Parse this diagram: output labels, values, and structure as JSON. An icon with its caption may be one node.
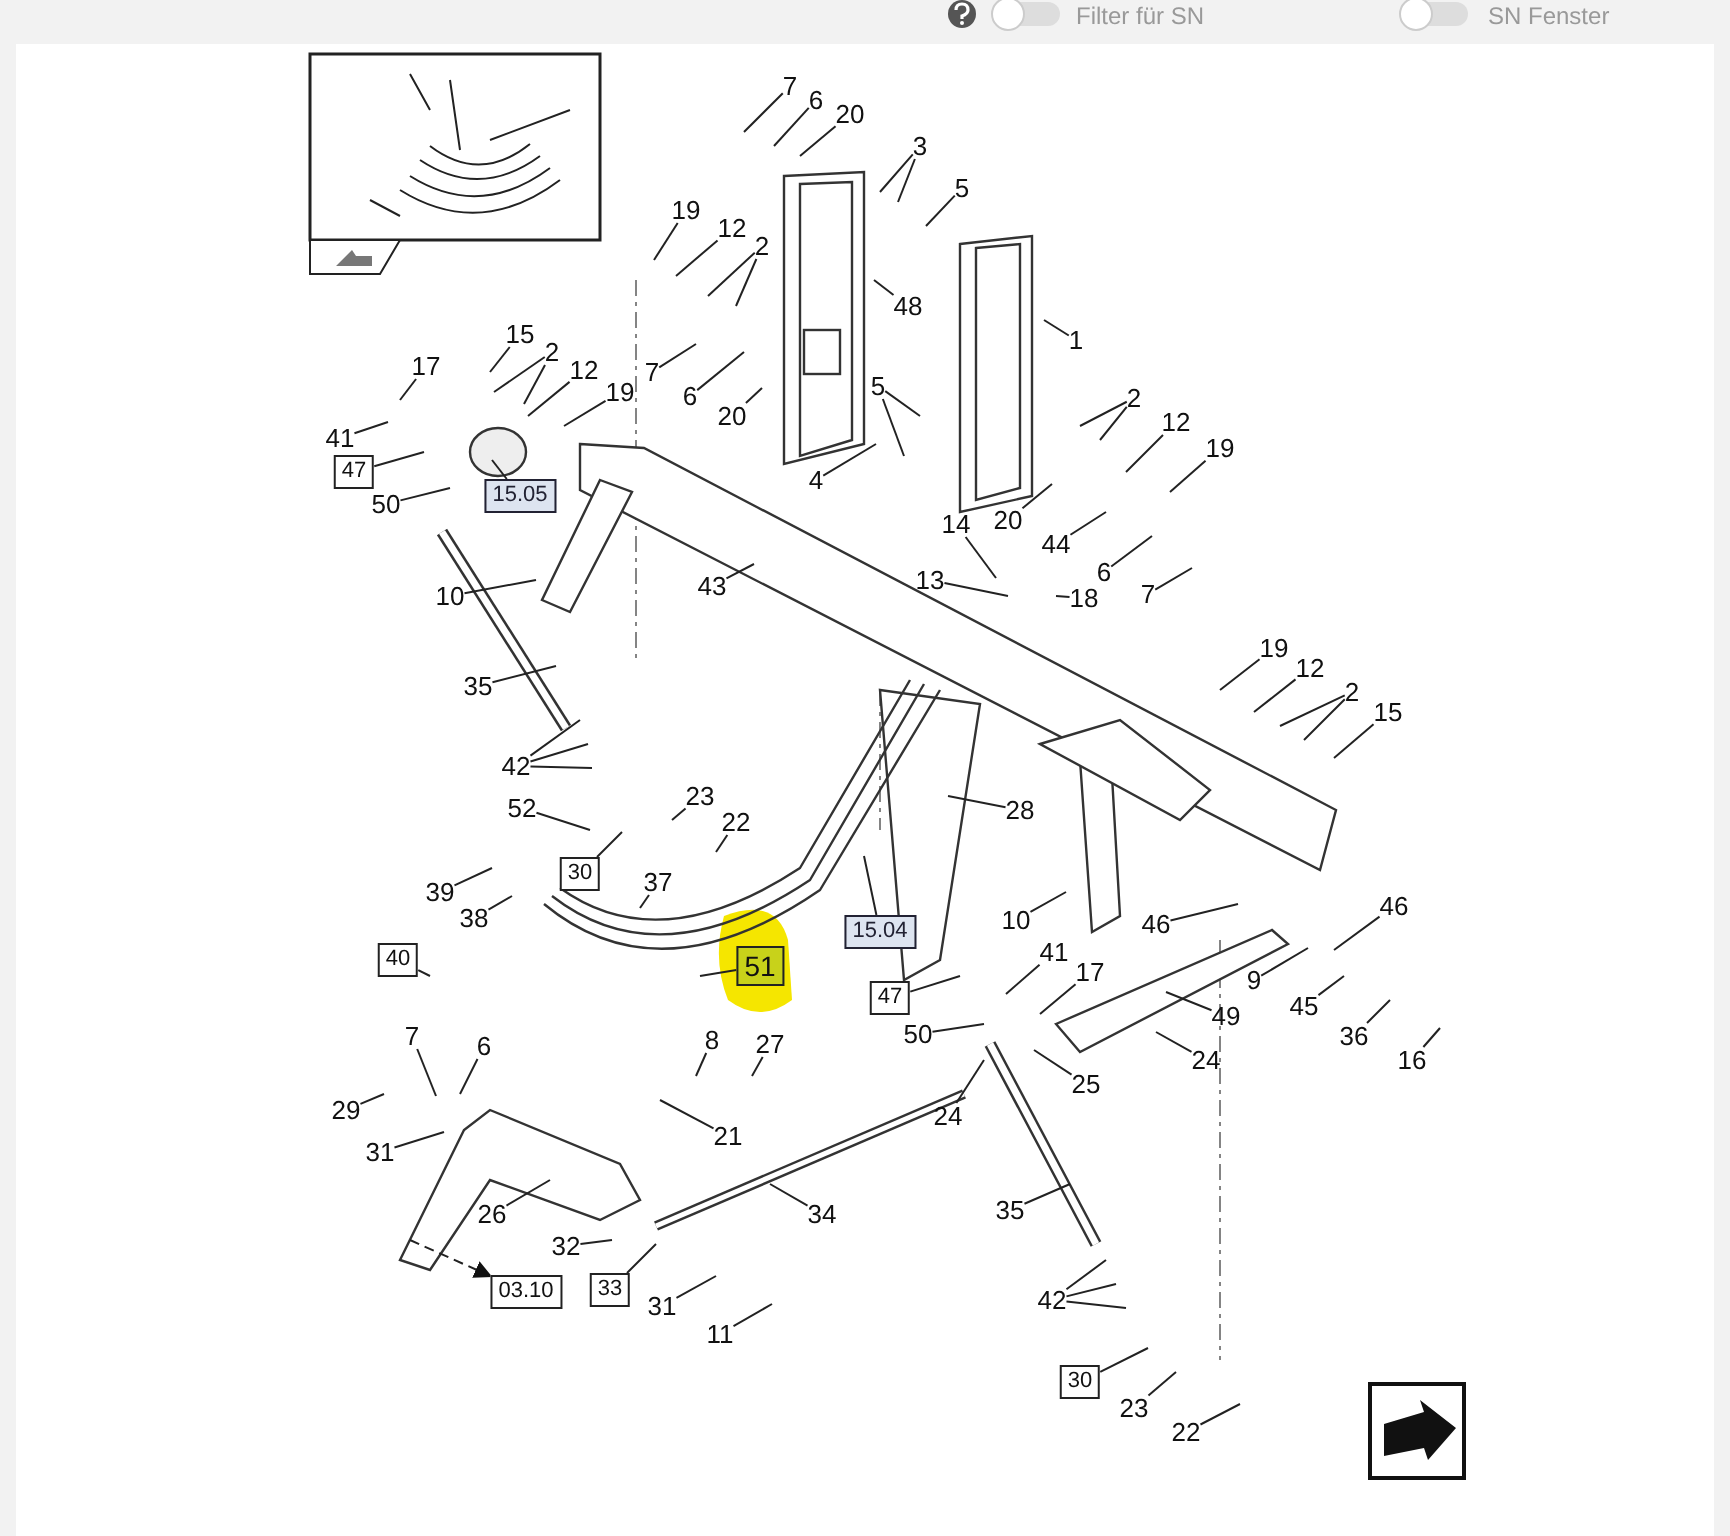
{
  "diagram": {
    "nodes": [
      {
        "text": [
          "7"
        ]
      },
      {
        "text": [
          "6"
        ]
      },
      {
        "text": [
          "20"
        ]
      },
      {
        "text": [
          "3"
        ]
      },
      {
        "text": [
          "5"
        ]
      },
      {
        "text": [
          "19"
        ]
      },
      {
        "text": [
          "12"
        ]
      },
      {
        "text": [
          "2"
        ]
      },
      {
        "text": [
          "48"
        ]
      },
      {
        "text": [
          "1"
        ]
      },
      {
        "text": [
          "7"
        ]
      },
      {
        "text": [
          "6"
        ]
      },
      {
        "text": [
          "20"
        ]
      },
      {
        "text": [
          "5"
        ]
      },
      {
        "text": [
          "4"
        ]
      },
      {
        "text": [
          "15"
        ]
      },
      {
        "text": [
          "2"
        ]
      },
      {
        "text": [
          "12"
        ]
      },
      {
        "text": [
          "17"
        ]
      },
      {
        "text": [
          "19"
        ]
      },
      {
        "text": [
          "41"
        ]
      },
      {
        "text": [
          "47"
        ]
      },
      {
        "text": [
          "15.05"
        ]
      },
      {
        "text": [
          "50"
        ]
      },
      {
        "text": [
          "2"
        ]
      },
      {
        "text": [
          "12"
        ]
      },
      {
        "text": [
          "19"
        ]
      },
      {
        "text": [
          "20"
        ]
      },
      {
        "text": [
          "44"
        ]
      },
      {
        "text": [
          "6"
        ]
      },
      {
        "text": [
          "7"
        ]
      },
      {
        "text": [
          "14"
        ]
      },
      {
        "text": [
          "13"
        ]
      },
      {
        "text": [
          "18"
        ]
      },
      {
        "text": [
          "43"
        ]
      },
      {
        "text": [
          "10"
        ]
      },
      {
        "text": [
          "35"
        ]
      },
      {
        "text": [
          "42"
        ]
      },
      {
        "text": [
          "52"
        ]
      },
      {
        "text": [
          "23"
        ]
      },
      {
        "text": [
          "22"
        ]
      },
      {
        "text": [
          "30"
        ]
      },
      {
        "text": [
          "37"
        ]
      },
      {
        "text": [
          "39"
        ]
      },
      {
        "text": [
          "38"
        ]
      },
      {
        "text": [
          "40"
        ]
      },
      {
        "text": [
          "51"
        ]
      },
      {
        "text": [
          "15.04"
        ]
      },
      {
        "text": [
          "28"
        ]
      },
      {
        "text": [
          "19"
        ]
      },
      {
        "text": [
          "12"
        ]
      },
      {
        "text": [
          "2"
        ]
      },
      {
        "text": [
          "15"
        ]
      },
      {
        "text": [
          "10"
        ]
      },
      {
        "text": [
          "46"
        ]
      },
      {
        "text": [
          "46"
        ]
      },
      {
        "text": [
          "9"
        ]
      },
      {
        "text": [
          "45"
        ]
      },
      {
        "text": [
          "36"
        ]
      },
      {
        "text": [
          "16"
        ]
      },
      {
        "text": [
          "41"
        ]
      },
      {
        "text": [
          "17"
        ]
      },
      {
        "text": [
          "47"
        ]
      },
      {
        "text": [
          "50"
        ]
      },
      {
        "text": [
          "49"
        ]
      },
      {
        "text": [
          "24"
        ]
      },
      {
        "text": [
          "25"
        ]
      },
      {
        "text": [
          "24"
        ]
      },
      {
        "text": [
          "7"
        ]
      },
      {
        "text": [
          "6"
        ]
      },
      {
        "text": [
          "8"
        ]
      },
      {
        "text": [
          "27"
        ]
      },
      {
        "text": [
          "29"
        ]
      },
      {
        "text": [
          "31"
        ]
      },
      {
        "text": [
          "21"
        ]
      },
      {
        "text": [
          "26"
        ]
      },
      {
        "text": [
          "32"
        ]
      },
      {
        "text": [
          "34"
        ]
      },
      {
        "text": [
          "35"
        ]
      },
      {
        "text": [
          "03.10"
        ]
      },
      {
        "text": [
          "33"
        ]
      },
      {
        "text": [
          "31"
        ]
      },
      {
        "text": [
          "11"
        ]
      },
      {
        "text": [
          "42"
        ]
      },
      {
        "text": [
          "30"
        ]
      },
      {
        "text": [
          "23"
        ]
      },
      {
        "text": [
          "22"
        ]
      }
    ],
    "edges": [
      {
        "from": 0,
        "to": null,
        "arrow": "none"
      },
      {
        "from": 1,
        "to": null,
        "arrow": "none"
      },
      {
        "from": 2,
        "to": null,
        "arrow": "none"
      },
      {
        "from": 3,
        "to": null,
        "arrow": "none"
      },
      {
        "from": 3,
        "to": null,
        "arrow": "none"
      },
      {
        "from": 4,
        "to": null,
        "arrow": "none"
      },
      {
        "from": 5,
        "to": null,
        "arrow": "none"
      },
      {
        "from": 6,
        "to": null,
        "arrow": "none"
      },
      {
        "from": 7,
        "to": null,
        "arrow": "none"
      },
      {
        "from": 7,
        "to": null,
        "arrow": "none"
      },
      {
        "from": 8,
        "to": null,
        "arrow": "none"
      },
      {
        "from": 9,
        "to": null,
        "arrow": "none"
      },
      {
        "from": 10,
        "to": null,
        "arrow": "none"
      },
      {
        "from": 11,
        "to": null,
        "arrow": "none"
      },
      {
        "from": 12,
        "to": null,
        "arrow": "none"
      },
      {
        "from": 13,
        "to": null,
        "arrow": "none"
      },
      {
        "from": 13,
        "to": null,
        "arrow": "none"
      },
      {
        "from": 14,
        "to": null,
        "arrow": "none"
      },
      {
        "from": 15,
        "to": null,
        "arrow": "none"
      },
      {
        "from": 16,
        "to": null,
        "arrow": "none"
      },
      {
        "from": 16,
        "to": null,
        "arrow": "none"
      },
      {
        "from": 17,
        "to": null,
        "arrow": "none"
      },
      {
        "from": 18,
        "to": null,
        "arrow": "none"
      },
      {
        "from": 19,
        "to": null,
        "arrow": "none"
      },
      {
        "from": 20,
        "to": null,
        "arrow": "none"
      },
      {
        "from": 21,
        "to": null,
        "arrow": "none"
      },
      {
        "from": 22,
        "to": null,
        "arrow": "none"
      },
      {
        "from": 23,
        "to": null,
        "arrow": "none"
      },
      {
        "from": 24,
        "to": null,
        "arrow": "none"
      },
      {
        "from": 24,
        "to": null,
        "arrow": "none"
      },
      {
        "from": 25,
        "to": null,
        "arrow": "none"
      },
      {
        "from": 26,
        "to": null,
        "arrow": "none"
      },
      {
        "from": 27,
        "to": null,
        "arrow": "none"
      },
      {
        "from": 28,
        "to": null,
        "arrow": "none"
      },
      {
        "from": 29,
        "to": null,
        "arrow": "none"
      },
      {
        "from": 30,
        "to": null,
        "arrow": "none"
      },
      {
        "from": 31,
        "to": null,
        "arrow": "none"
      },
      {
        "from": 32,
        "to": null,
        "arrow": "none"
      },
      {
        "from": 33,
        "to": null,
        "arrow": "none"
      },
      {
        "from": 34,
        "to": null,
        "arrow": "none"
      },
      {
        "from": 35,
        "to": null,
        "arrow": "none"
      },
      {
        "from": 36,
        "to": null,
        "arrow": "none"
      },
      {
        "from": 37,
        "to": null,
        "arrow": "none"
      },
      {
        "from": 37,
        "to": null,
        "arrow": "none"
      },
      {
        "from": 37,
        "to": null,
        "arrow": "none"
      },
      {
        "from": 38,
        "to": null,
        "arrow": "none"
      },
      {
        "from": 39,
        "to": null,
        "arrow": "none"
      },
      {
        "from": 40,
        "to": null,
        "arrow": "none"
      },
      {
        "from": 41,
        "to": null,
        "arrow": "none"
      },
      {
        "from": 42,
        "to": null,
        "arrow": "none"
      },
      {
        "from": 43,
        "to": null,
        "arrow": "none"
      },
      {
        "from": 44,
        "to": null,
        "arrow": "none"
      },
      {
        "from": 45,
        "to": null,
        "arrow": "none"
      },
      {
        "from": 46,
        "to": null,
        "arrow": "none"
      },
      {
        "from": 47,
        "to": null,
        "arrow": "none"
      },
      {
        "from": 48,
        "to": null,
        "arrow": "none"
      },
      {
        "from": 49,
        "to": null,
        "arrow": "none"
      },
      {
        "from": 50,
        "to": null,
        "arrow": "none"
      },
      {
        "from": 51,
        "to": null,
        "arrow": "none"
      },
      {
        "from": 51,
        "to": null,
        "arrow": "none"
      },
      {
        "from": 52,
        "to": null,
        "arrow": "none"
      },
      {
        "from": 53,
        "to": null,
        "arrow": "none"
      },
      {
        "from": 54,
        "to": null,
        "arrow": "none"
      },
      {
        "from": 55,
        "to": null,
        "arrow": "none"
      },
      {
        "from": 56,
        "to": null,
        "arrow": "none"
      },
      {
        "from": 57,
        "to": null,
        "arrow": "none"
      },
      {
        "from": 58,
        "to": null,
        "arrow": "none"
      },
      {
        "from": 59,
        "to": null,
        "arrow": "none"
      },
      {
        "from": 60,
        "to": null,
        "arrow": "none"
      },
      {
        "from": 61,
        "to": null,
        "arrow": "none"
      },
      {
        "from": 62,
        "to": null,
        "arrow": "none"
      },
      {
        "from": 63,
        "to": null,
        "arrow": "none"
      },
      {
        "from": 64,
        "to": null,
        "arrow": "none"
      },
      {
        "from": 65,
        "to": null,
        "arrow": "none"
      },
      {
        "from": 66,
        "to": null,
        "arrow": "none"
      },
      {
        "from": 67,
        "to": null,
        "arrow": "none"
      },
      {
        "from": 68,
        "to": null,
        "arrow": "none"
      },
      {
        "from": 69,
        "to": null,
        "arrow": "none"
      },
      {
        "from": 70,
        "to": null,
        "arrow": "none"
      },
      {
        "from": 71,
        "to": null,
        "arrow": "none"
      },
      {
        "from": 72,
        "to": null,
        "arrow": "none"
      },
      {
        "from": 73,
        "to": null,
        "arrow": "none"
      },
      {
        "from": 74,
        "to": null,
        "arrow": "none"
      },
      {
        "from": 75,
        "to": null,
        "arrow": "none"
      },
      {
        "from": 76,
        "to": null,
        "arrow": "none"
      },
      {
        "from": 77,
        "to": null,
        "arrow": "none"
      },
      {
        "from": 78,
        "to": null,
        "arrow": "none"
      },
      {
        "from": null,
        "to": 79,
        "arrow": "to",
        "style": "dashed"
      },
      {
        "from": 80,
        "to": null,
        "arrow": "none"
      },
      {
        "from": 81,
        "to": null,
        "arrow": "none"
      },
      {
        "from": 82,
        "to": null,
        "arrow": "none"
      },
      {
        "from": 83,
        "to": null,
        "arrow": "none"
      },
      {
        "from": 83,
        "to": null,
        "arrow": "none"
      },
      {
        "from": 83,
        "to": null,
        "arrow": "none"
      },
      {
        "from": 84,
        "to": null,
        "arrow": "none"
      },
      {
        "from": 85,
        "to": null,
        "arrow": "none"
      },
      {
        "from": 86,
        "to": null,
        "arrow": "none"
      }
    ],
    "labels": [
      "Filter für SN",
      "SN Fenster"
    ]
  }
}
